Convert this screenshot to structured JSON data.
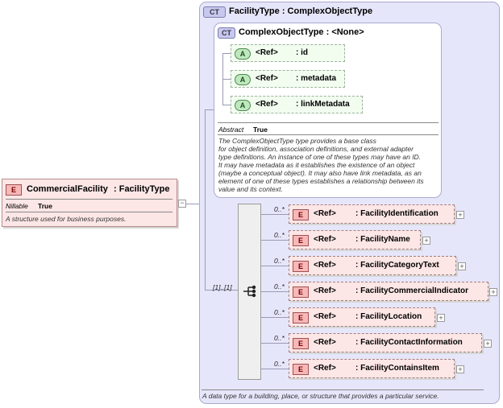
{
  "root_element": {
    "badge": "E",
    "name": "CommercialFacility",
    "type": ": FacilityType",
    "nillable_label": "Nillable",
    "nillable_value": "True",
    "description": "A structure used for business purposes."
  },
  "outer_type": {
    "badge": "CT",
    "title": "FacilityType : ComplexObjectType",
    "description": "A data type for a building, place, or structure that provides a particular service."
  },
  "inner_type": {
    "badge": "CT",
    "title": "ComplexObjectType : <None>",
    "abstract_label": "Abstract",
    "abstract_value": "True",
    "description_lines": [
      "The ComplexObjectType type provides a base class",
      "for object definition, association definitions, and external adapter",
      "type definitions. An instance of one of these types may have an ID.",
      "It may have metadata as it establishes the existence of an object",
      "(maybe a conceptual object). It may also have link metadata, as an",
      "element of one of these types establishes a relationship between its",
      "value and its context."
    ],
    "attributes": [
      {
        "badge": "A",
        "ref": "<Ref>",
        "name": ": id"
      },
      {
        "badge": "A",
        "ref": "<Ref>",
        "name": ": metadata"
      },
      {
        "badge": "A",
        "ref": "<Ref>",
        "name": ": linkMetadata"
      }
    ]
  },
  "sequence": {
    "occurrence": "[1]..[1]",
    "elements": [
      {
        "occurs": "0..*",
        "badge": "E",
        "ref": "<Ref>",
        "name": ": FacilityIdentification"
      },
      {
        "occurs": "0..*",
        "badge": "E",
        "ref": "<Ref>",
        "name": ": FacilityName"
      },
      {
        "occurs": "0..*",
        "badge": "E",
        "ref": "<Ref>",
        "name": ": FacilityCategoryText"
      },
      {
        "occurs": "0..*",
        "badge": "E",
        "ref": "<Ref>",
        "name": ": FacilityCommercialIndicator"
      },
      {
        "occurs": "0..*",
        "badge": "E",
        "ref": "<Ref>",
        "name": ": FacilityLocation"
      },
      {
        "occurs": "0..*",
        "badge": "E",
        "ref": "<Ref>",
        "name": ": FacilityContactInformation"
      },
      {
        "occurs": "0..*",
        "badge": "E",
        "ref": "<Ref>",
        "name": ": FacilityContainsItem"
      }
    ]
  },
  "icons": {
    "expand": "+",
    "collapse": "−",
    "sequence": "sequence-compositor-icon"
  },
  "colors": {
    "type_fill": "#e6e6fb",
    "element_fill": "#fde6e6",
    "attribute_fill": "#f2fdf0"
  }
}
